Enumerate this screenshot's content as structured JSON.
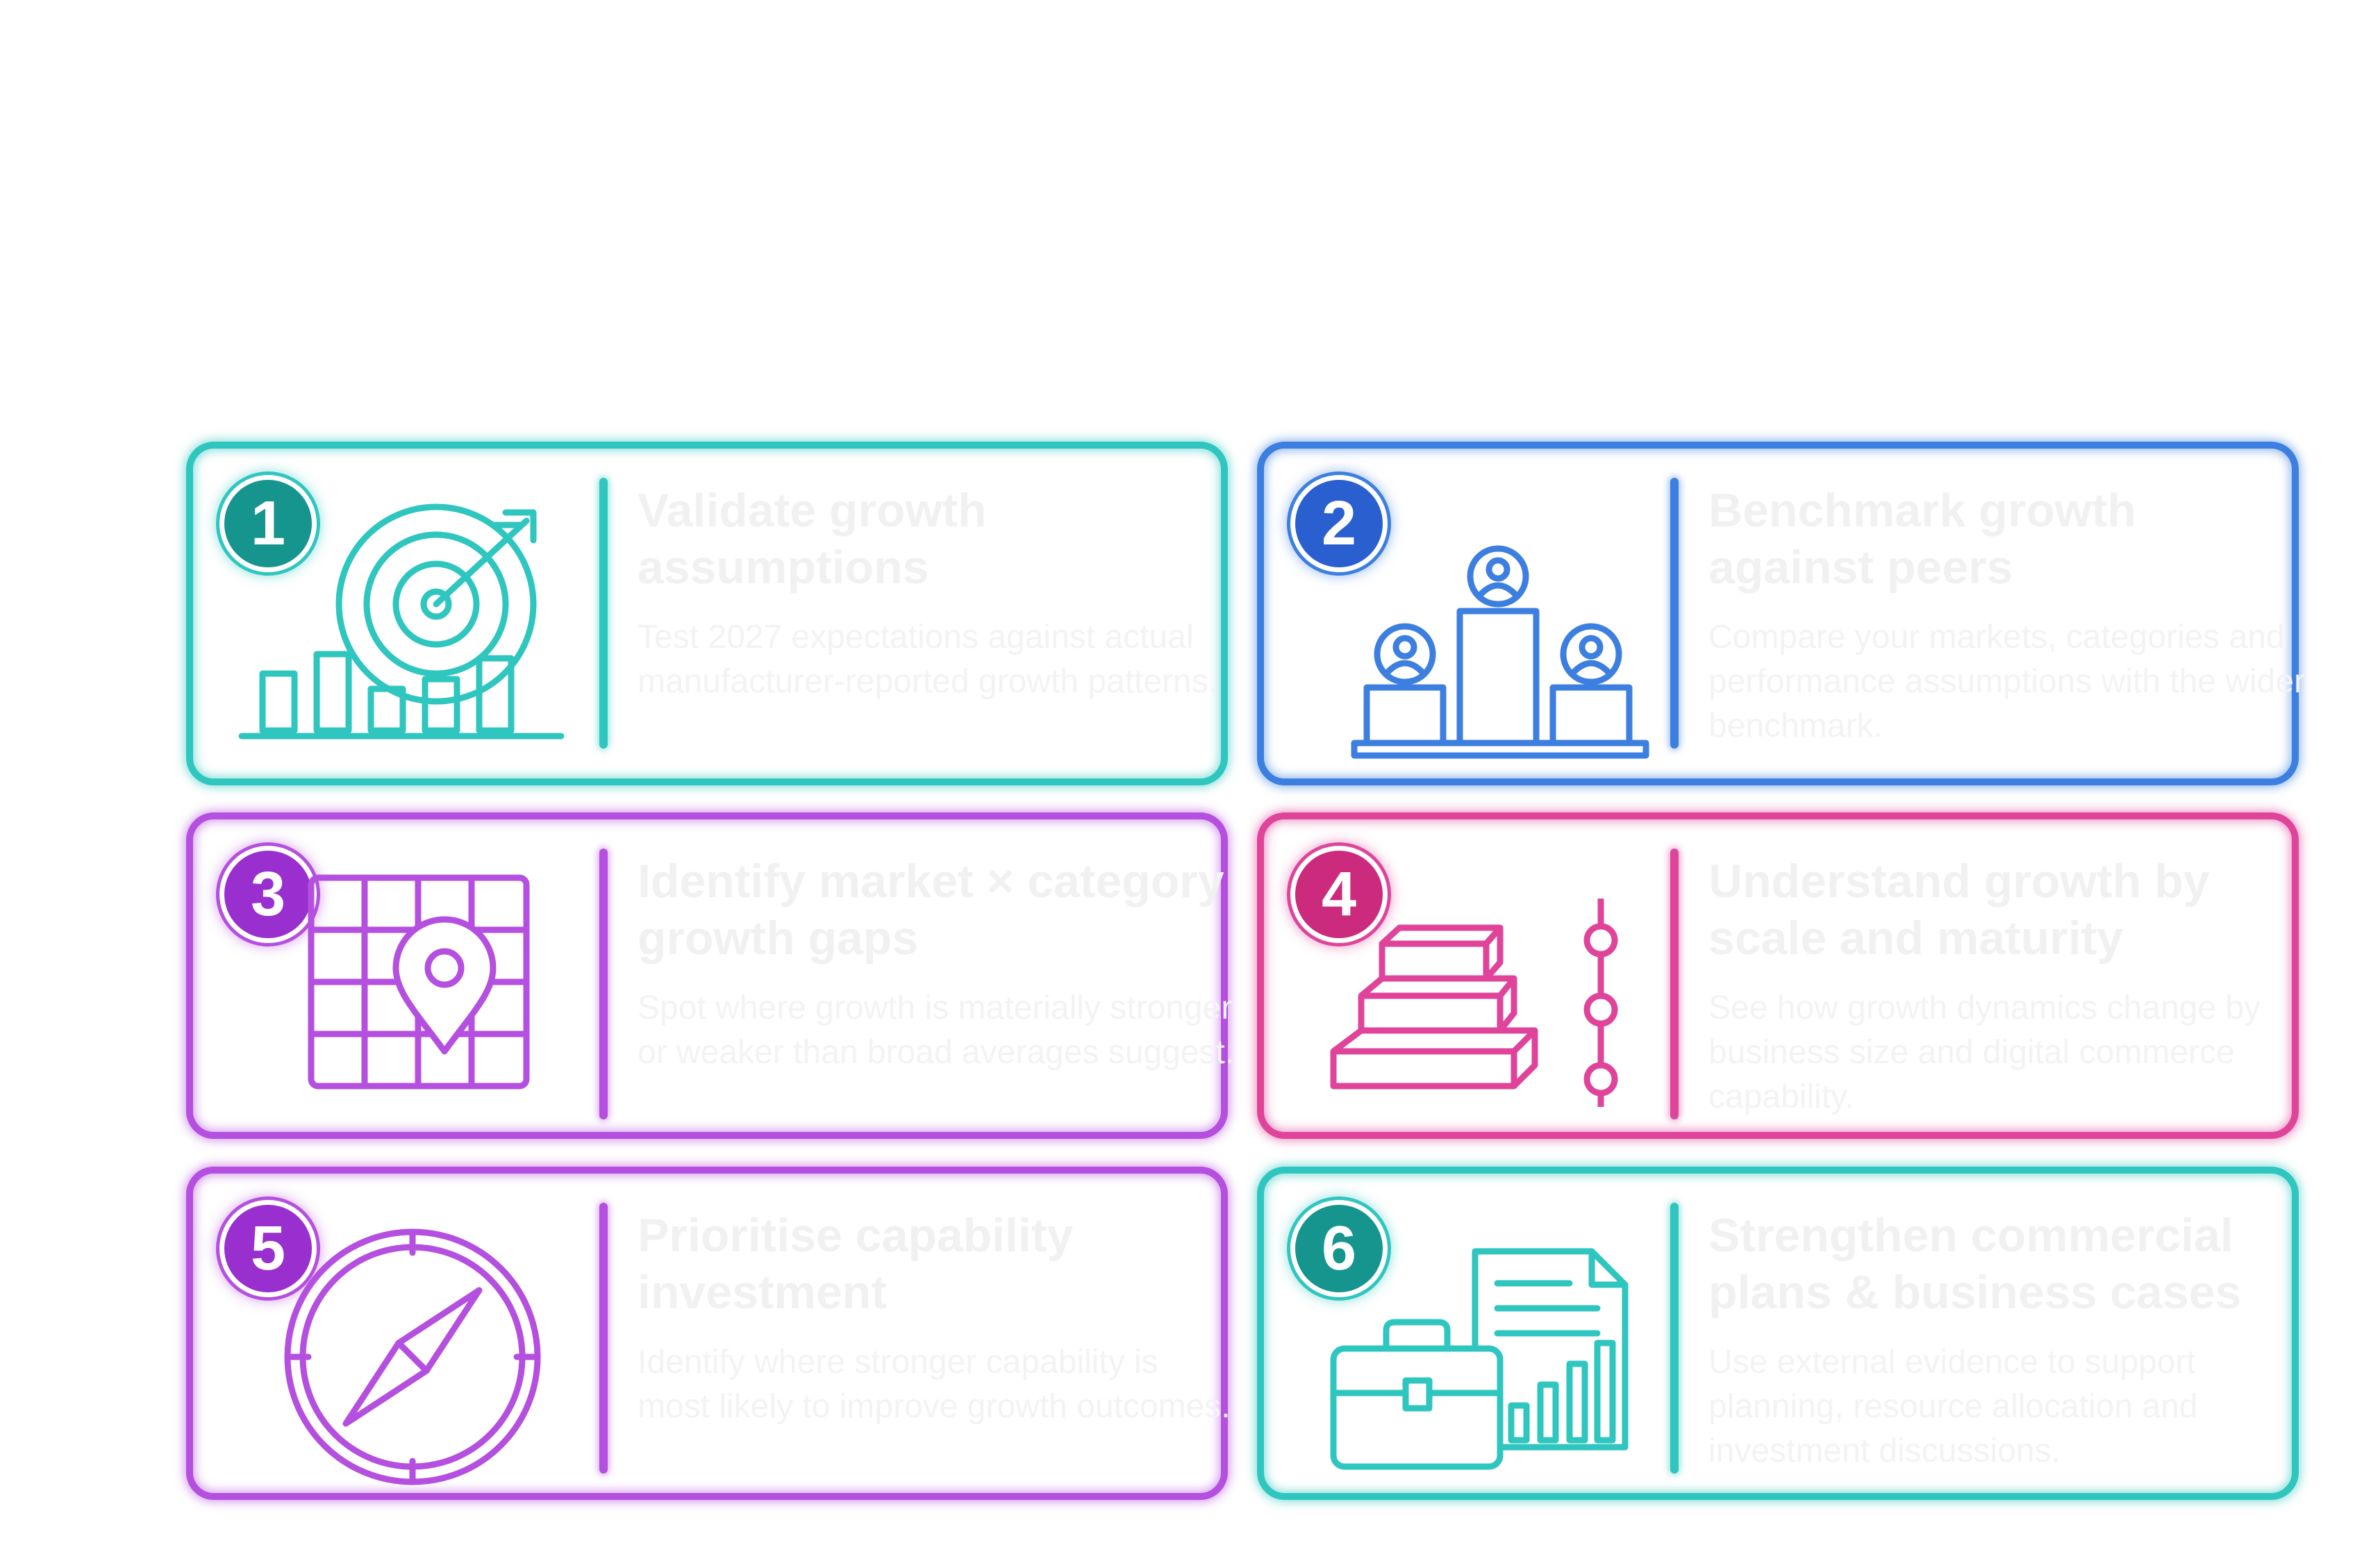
{
  "cards": [
    {
      "number": "1",
      "title": "Validate growth assumptions",
      "description": "Test 2027 expectations against actual manufacturer-reported growth patterns.",
      "icon": "target-bar-chart-icon",
      "color": "#2fc6bf"
    },
    {
      "number": "2",
      "title": "Benchmark growth against peers",
      "description": "Compare your markets, categories and performance assumptions with the wider benchmark.",
      "icon": "podium-people-icon",
      "color": "#3d7fe0"
    },
    {
      "number": "3",
      "title": "Identify market × category growth gaps",
      "description": "Spot where growth is materially stronger or weaker than broad averages suggest.",
      "icon": "grid-map-pin-icon",
      "color": "#b44fe0"
    },
    {
      "number": "4",
      "title": "Understand growth by scale and maturity",
      "description": "See how growth dynamics change by business size and digital commerce capability.",
      "icon": "stacked-blocks-icon",
      "color": "#e0449a"
    },
    {
      "number": "5",
      "title": "Prioritise capability investment",
      "description": "Identify where stronger capability is most likely to improve growth outcomes.",
      "icon": "compass-icon",
      "color": "#b44fe0"
    },
    {
      "number": "6",
      "title": "Strengthen commercial plans & business cases",
      "description": "Use external evidence to support planning, resource allocation and investment discussions.",
      "icon": "briefcase-document-icon",
      "color": "#2fc6bf"
    }
  ]
}
